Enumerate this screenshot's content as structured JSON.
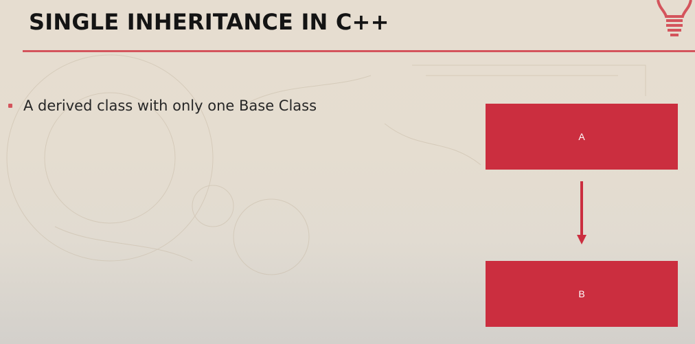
{
  "slide": {
    "title": "SINGLE INHERITANCE IN C++",
    "bullets": [
      "A derived class with only one Base Class"
    ]
  },
  "diagram": {
    "base_class": "A",
    "derived_class": "B"
  },
  "colors": {
    "accent": "#d4545c",
    "box_fill": "#cb2e3f",
    "box_text": "#ffffff",
    "title_text": "#141414",
    "body_text": "#262626"
  },
  "icons": {
    "corner": "lightbulb-icon"
  }
}
